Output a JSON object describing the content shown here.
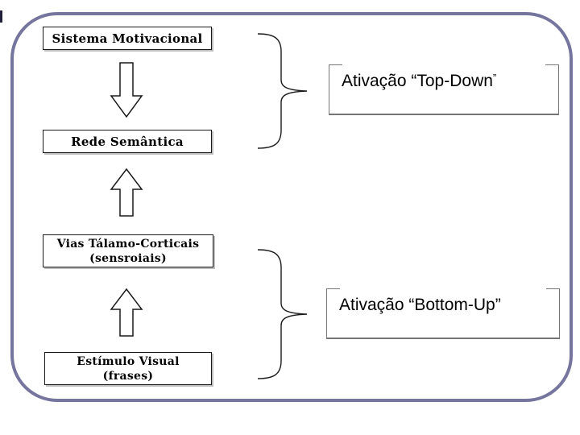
{
  "slide": {
    "background": "#ffffff"
  },
  "flow": {
    "boxes": [
      {
        "label": "Sistema Motivacional"
      },
      {
        "label": "Rede Semântica"
      },
      {
        "label": "Vias Tálamo-Corticais",
        "sublabel": "(sensroiais)"
      },
      {
        "label": "Estímulo Visual",
        "sublabel": "(frases)"
      }
    ]
  },
  "annotations": {
    "top_down": {
      "text": "Ativação “Top-Down",
      "closing_quote": "”"
    },
    "bottom_up": {
      "text": "Ativação “Bottom-Up”"
    }
  },
  "icons": {
    "down_arrow": "down-block-arrow",
    "up_arrow": "up-block-arrow",
    "brace": "right-curly-brace"
  },
  "colors": {
    "frame": "#75759e",
    "box_border": "#1a1a1a",
    "annotation_border": "#757575",
    "text": "#000000"
  }
}
